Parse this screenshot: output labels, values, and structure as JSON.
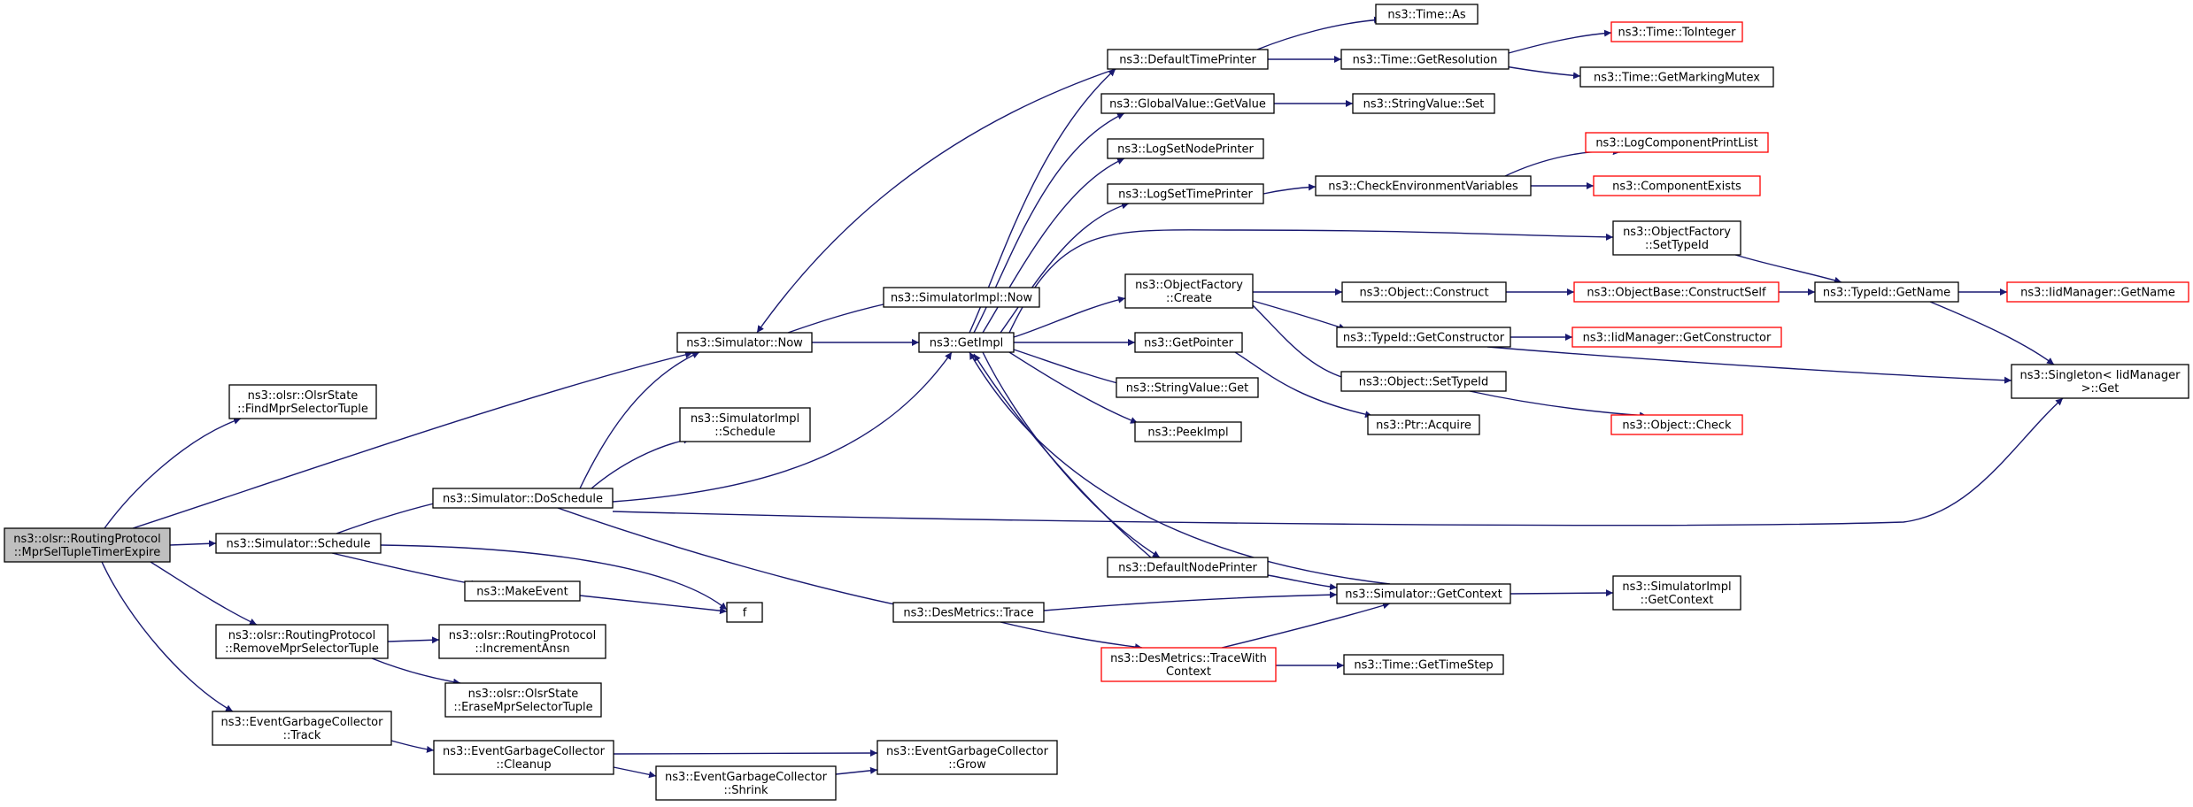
{
  "colors": {
    "edge": "#191970",
    "node_border": "#000000",
    "node_border_truncated": "#ff0000",
    "root_fill": "#bfbfbf",
    "node_fill": "#ffffff"
  },
  "nodes": [
    {
      "id": "root",
      "lines": [
        "ns3::olsr::RoutingProtocol",
        "::MprSelTupleTimerExpire"
      ],
      "style": "root"
    },
    {
      "id": "findmpr",
      "lines": [
        "ns3::olsr::OlsrState",
        "::FindMprSelectorTuple"
      ]
    },
    {
      "id": "simnow",
      "lines": [
        "ns3::Simulator::Now"
      ]
    },
    {
      "id": "simsched",
      "lines": [
        "ns3::Simulator::Schedule"
      ]
    },
    {
      "id": "removempr",
      "lines": [
        "ns3::olsr::RoutingProtocol",
        "::RemoveMprSelectorTuple"
      ]
    },
    {
      "id": "egctrack",
      "lines": [
        "ns3::EventGarbageCollector",
        "::Track"
      ]
    },
    {
      "id": "dosched",
      "lines": [
        "ns3::Simulator::DoSchedule"
      ]
    },
    {
      "id": "makeevent",
      "lines": [
        "ns3::MakeEvent"
      ]
    },
    {
      "id": "f",
      "lines": [
        "f"
      ]
    },
    {
      "id": "incansn",
      "lines": [
        "ns3::olsr::RoutingProtocol",
        "::IncrementAnsn"
      ]
    },
    {
      "id": "erasempr",
      "lines": [
        "ns3::olsr::OlsrState",
        "::EraseMprSelectorTuple"
      ]
    },
    {
      "id": "egccleanup",
      "lines": [
        "ns3::EventGarbageCollector",
        "::Cleanup"
      ]
    },
    {
      "id": "egcshrink",
      "lines": [
        "ns3::EventGarbageCollector",
        "::Shrink"
      ]
    },
    {
      "id": "egcgrow",
      "lines": [
        "ns3::EventGarbageCollector",
        "::Grow"
      ]
    },
    {
      "id": "implsched",
      "lines": [
        "ns3::SimulatorImpl",
        "::Schedule"
      ]
    },
    {
      "id": "implnow",
      "lines": [
        "ns3::SimulatorImpl::Now"
      ]
    },
    {
      "id": "getimpl",
      "lines": [
        "ns3::GetImpl"
      ]
    },
    {
      "id": "destrace",
      "lines": [
        "ns3::DesMetrics::Trace"
      ]
    },
    {
      "id": "dtp",
      "lines": [
        "ns3::DefaultTimePrinter"
      ]
    },
    {
      "id": "gvget",
      "lines": [
        "ns3::GlobalValue::GetValue"
      ]
    },
    {
      "id": "lsnp",
      "lines": [
        "ns3::LogSetNodePrinter"
      ]
    },
    {
      "id": "lstp",
      "lines": [
        "ns3::LogSetTimePrinter"
      ]
    },
    {
      "id": "ofcreate",
      "lines": [
        "ns3::ObjectFactory",
        "::Create"
      ]
    },
    {
      "id": "getptr",
      "lines": [
        "ns3::GetPointer"
      ]
    },
    {
      "id": "svget",
      "lines": [
        "ns3::StringValue::Get"
      ]
    },
    {
      "id": "peek",
      "lines": [
        "ns3::PeekImpl"
      ]
    },
    {
      "id": "dnp",
      "lines": [
        "ns3::DefaultNodePrinter"
      ]
    },
    {
      "id": "dtwc",
      "lines": [
        "ns3::DesMetrics::TraceWith",
        "Context"
      ],
      "style": "red"
    },
    {
      "id": "timeas",
      "lines": [
        "ns3::Time::As"
      ]
    },
    {
      "id": "getres",
      "lines": [
        "ns3::Time::GetResolution"
      ]
    },
    {
      "id": "svset",
      "lines": [
        "ns3::StringValue::Set"
      ]
    },
    {
      "id": "checkenv",
      "lines": [
        "ns3::CheckEnvironmentVariables"
      ]
    },
    {
      "id": "ofsettype",
      "lines": [
        "ns3::ObjectFactory",
        "::SetTypeId"
      ]
    },
    {
      "id": "objconstruct",
      "lines": [
        "ns3::Object::Construct"
      ]
    },
    {
      "id": "tidgetctor",
      "lines": [
        "ns3::TypeId::GetConstructor"
      ]
    },
    {
      "id": "objsettype",
      "lines": [
        "ns3::Object::SetTypeId"
      ]
    },
    {
      "id": "ptracq",
      "lines": [
        "ns3::Ptr::Acquire"
      ]
    },
    {
      "id": "simgetctx",
      "lines": [
        "ns3::Simulator::GetContext"
      ]
    },
    {
      "id": "timestep",
      "lines": [
        "ns3::Time::GetTimeStep"
      ]
    },
    {
      "id": "toint",
      "lines": [
        "ns3::Time::ToInteger"
      ],
      "style": "red"
    },
    {
      "id": "markmutex",
      "lines": [
        "ns3::Time::GetMarkingMutex"
      ]
    },
    {
      "id": "lcpl",
      "lines": [
        "ns3::LogComponentPrintList"
      ],
      "style": "red"
    },
    {
      "id": "compexists",
      "lines": [
        "ns3::ComponentExists"
      ],
      "style": "red"
    },
    {
      "id": "obconstructself",
      "lines": [
        "ns3::ObjectBase::ConstructSelf"
      ],
      "style": "red"
    },
    {
      "id": "iidgetctor",
      "lines": [
        "ns3::IidManager::GetConstructor"
      ],
      "style": "red"
    },
    {
      "id": "objcheck",
      "lines": [
        "ns3::Object::Check"
      ],
      "style": "red"
    },
    {
      "id": "implgetctx",
      "lines": [
        "ns3::SimulatorImpl",
        "::GetContext"
      ]
    },
    {
      "id": "tidgetname",
      "lines": [
        "ns3::TypeId::GetName"
      ]
    },
    {
      "id": "iidgetname",
      "lines": [
        "ns3::IidManager::GetName"
      ],
      "style": "red"
    },
    {
      "id": "singleton",
      "lines": [
        "ns3::Singleton< IidManager",
        " >::Get"
      ]
    }
  ]
}
